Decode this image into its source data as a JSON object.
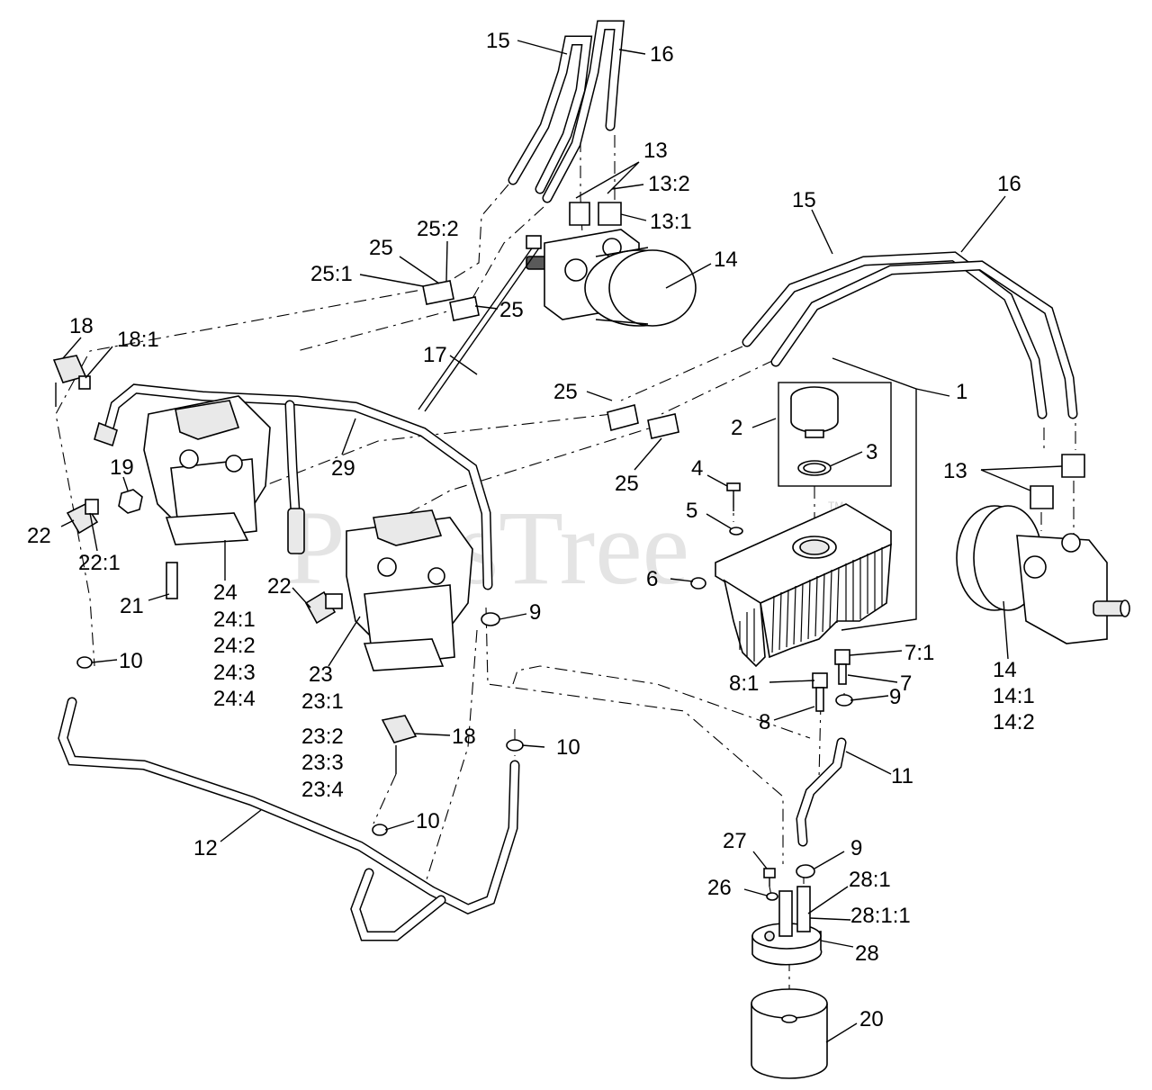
{
  "watermark": {
    "text": "PartsTree",
    "trademark": "TM"
  },
  "callouts": [
    {
      "id": "c15-top",
      "text": "15"
    },
    {
      "id": "c16-top",
      "text": "16"
    },
    {
      "id": "c13-top",
      "text": "13"
    },
    {
      "id": "c13-2-top",
      "text": "13:2"
    },
    {
      "id": "c13-1-top",
      "text": "13:1"
    },
    {
      "id": "c25-2",
      "text": "25:2"
    },
    {
      "id": "c25-a",
      "text": "25"
    },
    {
      "id": "c25-1",
      "text": "25:1"
    },
    {
      "id": "c25-b",
      "text": "25"
    },
    {
      "id": "c14-top",
      "text": "14"
    },
    {
      "id": "c15-right",
      "text": "15"
    },
    {
      "id": "c16-right",
      "text": "16"
    },
    {
      "id": "c18-top",
      "text": "18"
    },
    {
      "id": "c18-1",
      "text": "18:1"
    },
    {
      "id": "c17",
      "text": "17"
    },
    {
      "id": "c25-c",
      "text": "25"
    },
    {
      "id": "c1",
      "text": "1"
    },
    {
      "id": "c2",
      "text": "2"
    },
    {
      "id": "c3",
      "text": "3"
    },
    {
      "id": "c25-d",
      "text": "25"
    },
    {
      "id": "c29",
      "text": "29"
    },
    {
      "id": "c19",
      "text": "19"
    },
    {
      "id": "c4",
      "text": "4"
    },
    {
      "id": "c13-right",
      "text": "13"
    },
    {
      "id": "c5",
      "text": "5"
    },
    {
      "id": "c22-left",
      "text": "22"
    },
    {
      "id": "c22-1",
      "text": "22:1"
    },
    {
      "id": "c6",
      "text": "6"
    },
    {
      "id": "c24",
      "text": "24"
    },
    {
      "id": "c22-mid",
      "text": "22"
    },
    {
      "id": "c21",
      "text": "21"
    },
    {
      "id": "c24-1",
      "text": "24:1"
    },
    {
      "id": "c9-a",
      "text": "9"
    },
    {
      "id": "c24-2",
      "text": "24:2"
    },
    {
      "id": "c7-1",
      "text": "7:1"
    },
    {
      "id": "c14-right",
      "text": "14"
    },
    {
      "id": "c10-a",
      "text": "10"
    },
    {
      "id": "c23",
      "text": "23"
    },
    {
      "id": "c24-3",
      "text": "24:3"
    },
    {
      "id": "c8-1",
      "text": "8:1"
    },
    {
      "id": "c7",
      "text": "7"
    },
    {
      "id": "c14-1",
      "text": "14:1"
    },
    {
      "id": "c23-1",
      "text": "23:1"
    },
    {
      "id": "c24-4",
      "text": "24:4"
    },
    {
      "id": "c9-b",
      "text": "9"
    },
    {
      "id": "c8",
      "text": "8"
    },
    {
      "id": "c14-2",
      "text": "14:2"
    },
    {
      "id": "c18-mid",
      "text": "18"
    },
    {
      "id": "c23-2",
      "text": "23:2"
    },
    {
      "id": "c10-b",
      "text": "10"
    },
    {
      "id": "c23-3",
      "text": "23:3"
    },
    {
      "id": "c11",
      "text": "11"
    },
    {
      "id": "c23-4",
      "text": "23:4"
    },
    {
      "id": "c12",
      "text": "12"
    },
    {
      "id": "c10-c",
      "text": "10"
    },
    {
      "id": "c27",
      "text": "27"
    },
    {
      "id": "c9-c",
      "text": "9"
    },
    {
      "id": "c28-1",
      "text": "28:1"
    },
    {
      "id": "c26",
      "text": "26"
    },
    {
      "id": "c28-1-1",
      "text": "28:1:1"
    },
    {
      "id": "c28",
      "text": "28"
    },
    {
      "id": "c20",
      "text": "20"
    }
  ]
}
